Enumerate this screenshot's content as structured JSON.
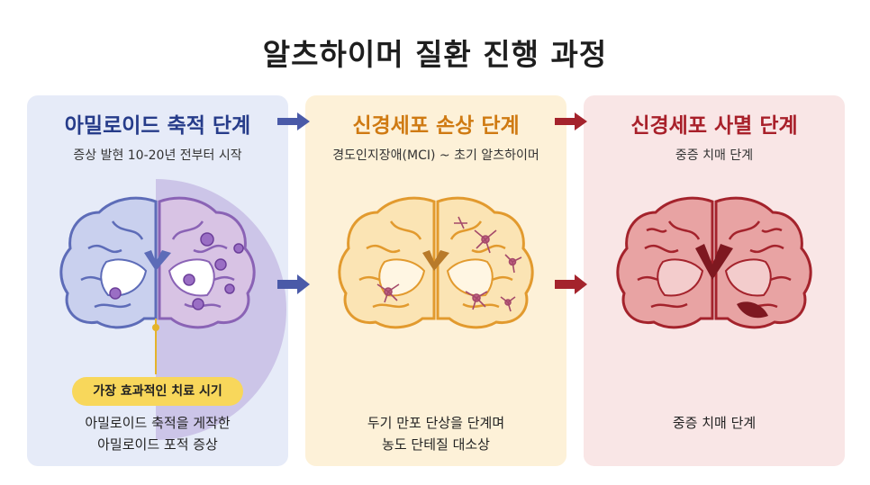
{
  "title": "알츠하이머 질환 진행 과정",
  "stages": [
    {
      "title": "아밀로이드 축적 단계",
      "subtitle": "증상 발현 10-20년 전부터 시작",
      "badge": "가장 효과적인 치료 시기",
      "desc_lines": [
        "아밀로이드 축적을 게작한",
        "아밀로이드 포적 증상"
      ],
      "colors": {
        "fill": "#c9d0ee",
        "stroke": "#5d6cb8",
        "accent": "#8a63b5"
      }
    },
    {
      "title": "신경세포 손상 단계",
      "subtitle": "경도인지장애(MCI) ~ 초기 알츠하이머",
      "desc_lines": [
        "두기 만포 단상을 단계며",
        "농도 단테질 대소상"
      ],
      "colors": {
        "fill": "#fbe4b4",
        "stroke": "#e29a2e",
        "accent": "#a54a6a"
      }
    },
    {
      "title": "신경세포 사멸 단계",
      "subtitle": "중증 치매 단계",
      "desc_lines": [
        "중증 치매 단계"
      ],
      "colors": {
        "fill": "#e8a3a3",
        "stroke": "#a4232c",
        "accent": "#7e1820"
      }
    }
  ],
  "icons": {
    "arrow": "right-arrow-icon",
    "brain": "brain-cross-section-icon",
    "plaque": "amyloid-plaque-icon",
    "neuron": "neuron-icon"
  }
}
